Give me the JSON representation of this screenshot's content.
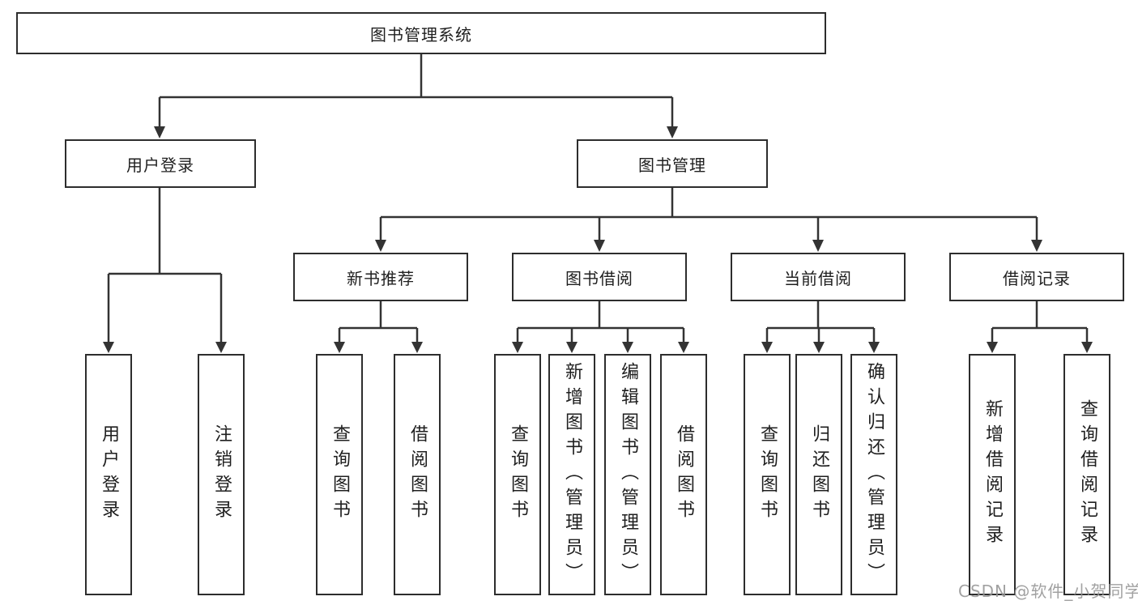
{
  "diagram": {
    "type": "hierarchy-tree",
    "title": "图书管理系统",
    "colors": {
      "line": "#333333",
      "box_border": "#2d2d2d",
      "text": "#1f1f1f",
      "background": "#ffffff",
      "watermark": "#949494"
    }
  },
  "watermark": "CSDN @软件_小贺同学",
  "tree": {
    "root": {
      "label": "图书管理系统",
      "children": [
        {
          "label": "用户登录",
          "children": [
            {
              "label": "用户登录"
            },
            {
              "label": "注销登录"
            }
          ]
        },
        {
          "label": "图书管理",
          "children": [
            {
              "label": "新书推荐",
              "children": [
                {
                  "label": "查询图书"
                },
                {
                  "label": "借阅图书"
                }
              ]
            },
            {
              "label": "图书借阅",
              "children": [
                {
                  "label": "查询图书"
                },
                {
                  "label": "新增图书（管理员）"
                },
                {
                  "label": "编辑图书（管理员）"
                },
                {
                  "label": "借阅图书"
                }
              ]
            },
            {
              "label": "当前借阅",
              "children": [
                {
                  "label": "查询图书"
                },
                {
                  "label": "归还图书"
                },
                {
                  "label": "确认归还（管理员）"
                }
              ]
            },
            {
              "label": "借阅记录",
              "children": [
                {
                  "label": "新增借阅记录"
                },
                {
                  "label": "查询借阅记录"
                }
              ]
            }
          ]
        }
      ]
    }
  }
}
